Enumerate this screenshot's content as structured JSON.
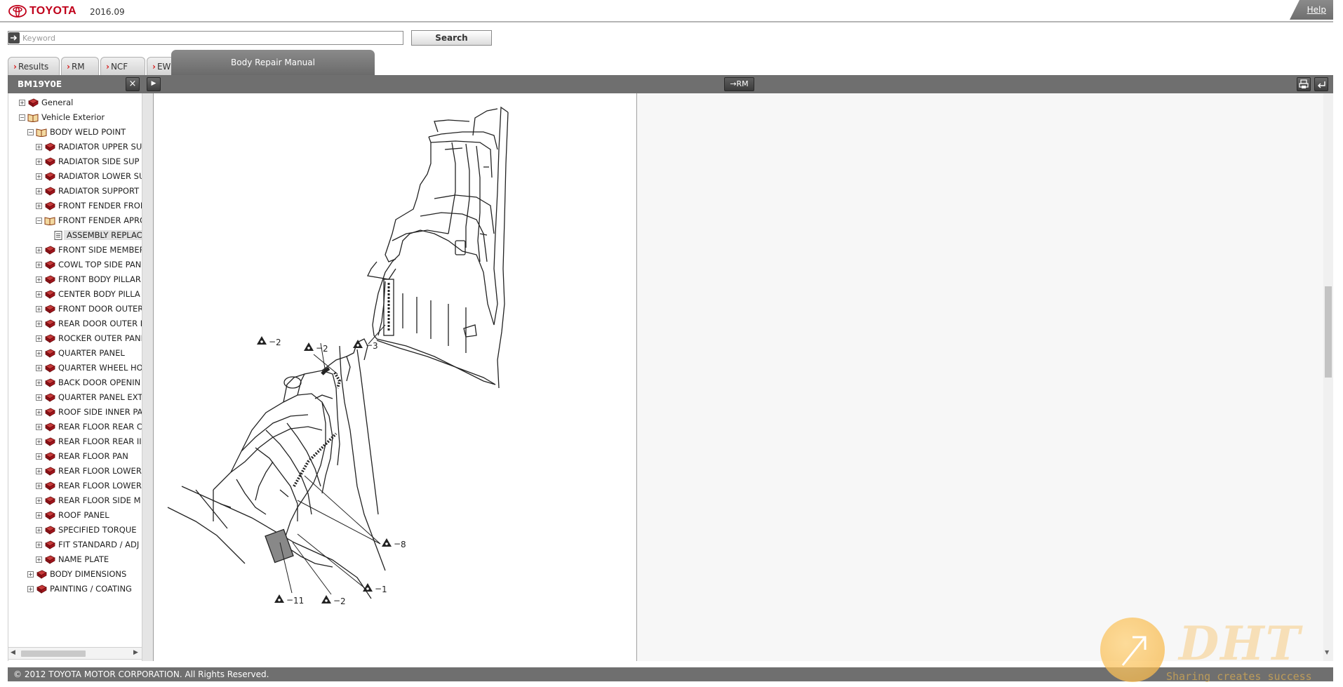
{
  "header": {
    "brand": "TOYOTA",
    "version": "2016.09",
    "help": "Help"
  },
  "search": {
    "placeholder": "Keyword",
    "button": "Search"
  },
  "tabs": [
    {
      "label": "Results"
    },
    {
      "label": "RM"
    },
    {
      "label": "NCF"
    },
    {
      "label": "EWD"
    }
  ],
  "active_tab": "Body Repair Manual",
  "toolbar": {
    "tree_title": "BM19Y0E",
    "close_glyph": "×",
    "next_glyph": "▶",
    "rm_button": "→RM"
  },
  "tree": [
    {
      "label": "General",
      "level": 1,
      "expanded": false
    },
    {
      "label": "Vehicle Exterior",
      "level": 1,
      "expanded": true
    },
    {
      "label": "BODY WELD POINT",
      "level": 2,
      "expanded": true
    },
    {
      "label": "RADIATOR UPPER SU",
      "level": 3,
      "expanded": false
    },
    {
      "label": "RADIATOR SIDE SUP",
      "level": 3,
      "expanded": false
    },
    {
      "label": "RADIATOR LOWER SU",
      "level": 3,
      "expanded": false
    },
    {
      "label": "RADIATOR SUPPORT",
      "level": 3,
      "expanded": false
    },
    {
      "label": "FRONT FENDER FRON",
      "level": 3,
      "expanded": false
    },
    {
      "label": "FRONT FENDER APRO",
      "level": 3,
      "expanded": true
    },
    {
      "label": "ASSEMBLY REPLACEM",
      "level": 4,
      "selected": true,
      "doc": true
    },
    {
      "label": "FRONT SIDE MEMBER",
      "level": 3,
      "expanded": false
    },
    {
      "label": "COWL TOP SIDE PAN",
      "level": 3,
      "expanded": false
    },
    {
      "label": "FRONT BODY PILLAR",
      "level": 3,
      "expanded": false
    },
    {
      "label": "CENTER BODY PILLA",
      "level": 3,
      "expanded": false
    },
    {
      "label": "FRONT DOOR OUTER",
      "level": 3,
      "expanded": false
    },
    {
      "label": "REAR DOOR OUTER F",
      "level": 3,
      "expanded": false
    },
    {
      "label": "ROCKER OUTER PANI",
      "level": 3,
      "expanded": false
    },
    {
      "label": "QUARTER PANEL",
      "level": 3,
      "expanded": false
    },
    {
      "label": "QUARTER WHEEL HO",
      "level": 3,
      "expanded": false
    },
    {
      "label": "BACK DOOR OPENIN",
      "level": 3,
      "expanded": false
    },
    {
      "label": "QUARTER PANEL EXT",
      "level": 3,
      "expanded": false
    },
    {
      "label": "ROOF SIDE INNER PA",
      "level": 3,
      "expanded": false
    },
    {
      "label": "REAR FLOOR REAR C",
      "level": 3,
      "expanded": false
    },
    {
      "label": "REAR FLOOR REAR II",
      "level": 3,
      "expanded": false
    },
    {
      "label": "REAR FLOOR PAN",
      "level": 3,
      "expanded": false
    },
    {
      "label": "REAR FLOOR LOWER",
      "level": 3,
      "expanded": false
    },
    {
      "label": "REAR FLOOR LOWER",
      "level": 3,
      "expanded": false
    },
    {
      "label": "REAR FLOOR SIDE M",
      "level": 3,
      "expanded": false
    },
    {
      "label": "ROOF PANEL",
      "level": 3,
      "expanded": false
    },
    {
      "label": "SPECIFIED TORQUE",
      "level": 3,
      "expanded": false
    },
    {
      "label": "FIT STANDARD / ADJ",
      "level": 3,
      "expanded": false
    },
    {
      "label": "NAME PLATE",
      "level": 3,
      "expanded": false
    },
    {
      "label": "BODY DIMENSIONS",
      "level": 2,
      "expanded": false
    },
    {
      "label": "PAINTING / COATING",
      "level": 2,
      "expanded": false
    }
  ],
  "diagram": {
    "callouts": [
      "3",
      "2",
      "2",
      "8",
      "1",
      "11",
      "2"
    ]
  },
  "footer": {
    "text": "© 2012 TOYOTA MOTOR CORPORATION. All Rights Reserved."
  },
  "watermark": {
    "logo": "DHT",
    "slogan": "Sharing creates success"
  },
  "colors": {
    "brand_red": "#c0001a",
    "toolbar_gray": "#6f6f6f",
    "book_red": "#a3141d"
  }
}
